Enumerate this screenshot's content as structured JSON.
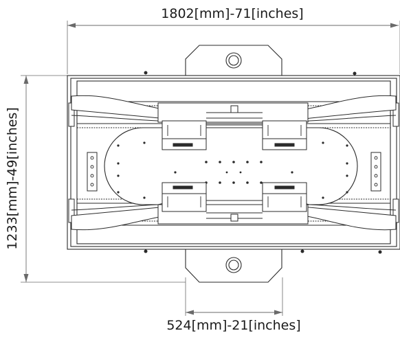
{
  "dimensions": {
    "overall_width": "1802[mm]-71[inches]",
    "overall_height": "1233[mm]-49[inches]",
    "mount_plate_width": "524[mm]-21[inches]"
  },
  "colors": {
    "line": "#2a2a2a",
    "dim_line": "#6a6a6a",
    "text": "#1a1a1a",
    "background": "#ffffff"
  }
}
